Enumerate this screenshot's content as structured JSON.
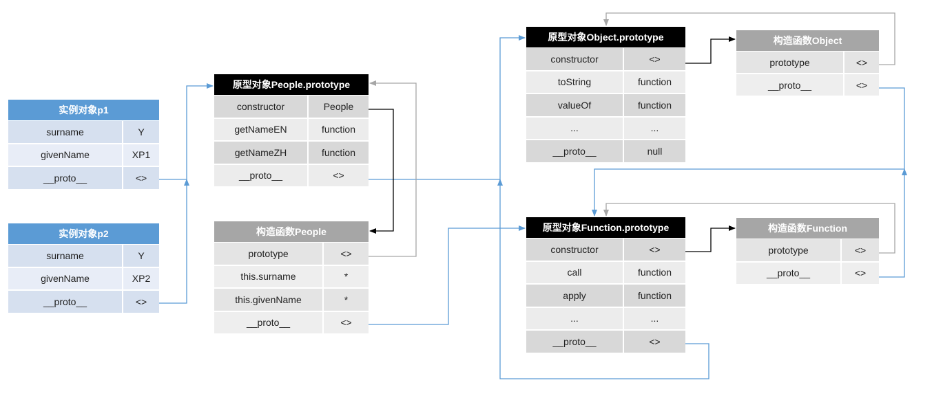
{
  "diagram": {
    "tables": [
      {
        "id": "p1",
        "style": "blue",
        "title": "实例对象p1",
        "rows": [
          [
            "surname",
            "Y"
          ],
          [
            "givenName",
            "XP1"
          ],
          [
            "__proto__",
            "<>"
          ]
        ]
      },
      {
        "id": "p2",
        "style": "blue",
        "title": "实例对象p2",
        "rows": [
          [
            "surname",
            "Y"
          ],
          [
            "givenName",
            "XP2"
          ],
          [
            "__proto__",
            "<>"
          ]
        ]
      },
      {
        "id": "people_proto",
        "style": "black",
        "title": "原型对象People.prototype",
        "rows": [
          [
            "constructor",
            "People"
          ],
          [
            "getNameEN",
            "function"
          ],
          [
            "getNameZH",
            "function"
          ],
          [
            "__proto__",
            "<>"
          ]
        ]
      },
      {
        "id": "people_ctor",
        "style": "gray",
        "title": "构造函数People",
        "rows": [
          [
            "prototype",
            "<>"
          ],
          [
            "this.surname",
            "*"
          ],
          [
            "this.givenName",
            "*"
          ],
          [
            "__proto__",
            "<>"
          ]
        ]
      },
      {
        "id": "object_proto",
        "style": "black",
        "title": "原型对象Object.prototype",
        "rows": [
          [
            "constructor",
            "<>"
          ],
          [
            "toString",
            "function"
          ],
          [
            "valueOf",
            "function"
          ],
          [
            "...",
            "..."
          ],
          [
            "__proto__",
            "null"
          ]
        ]
      },
      {
        "id": "object_ctor",
        "style": "gray",
        "title": "构造函数Object",
        "rows": [
          [
            "prototype",
            "<>"
          ],
          [
            "__proto__",
            "<>"
          ]
        ]
      },
      {
        "id": "function_proto",
        "style": "black",
        "title": "原型对象Function.prototype",
        "rows": [
          [
            "constructor",
            "<>"
          ],
          [
            "call",
            "function"
          ],
          [
            "apply",
            "function"
          ],
          [
            "...",
            "..."
          ],
          [
            "__proto__",
            "<>"
          ]
        ]
      },
      {
        "id": "function_ctor",
        "style": "gray",
        "title": "构造函数Function",
        "rows": [
          [
            "prototype",
            "<>"
          ],
          [
            "__proto__",
            "<>"
          ]
        ]
      }
    ],
    "colors": {
      "instance_header": "#5b9bd5",
      "prototype_header": "#000000",
      "constructor_header": "#a6a6a6",
      "proto_link": "#5b9bd5",
      "constructor_link": "#000000",
      "prototype_link": "#a6a6a6"
    }
  }
}
